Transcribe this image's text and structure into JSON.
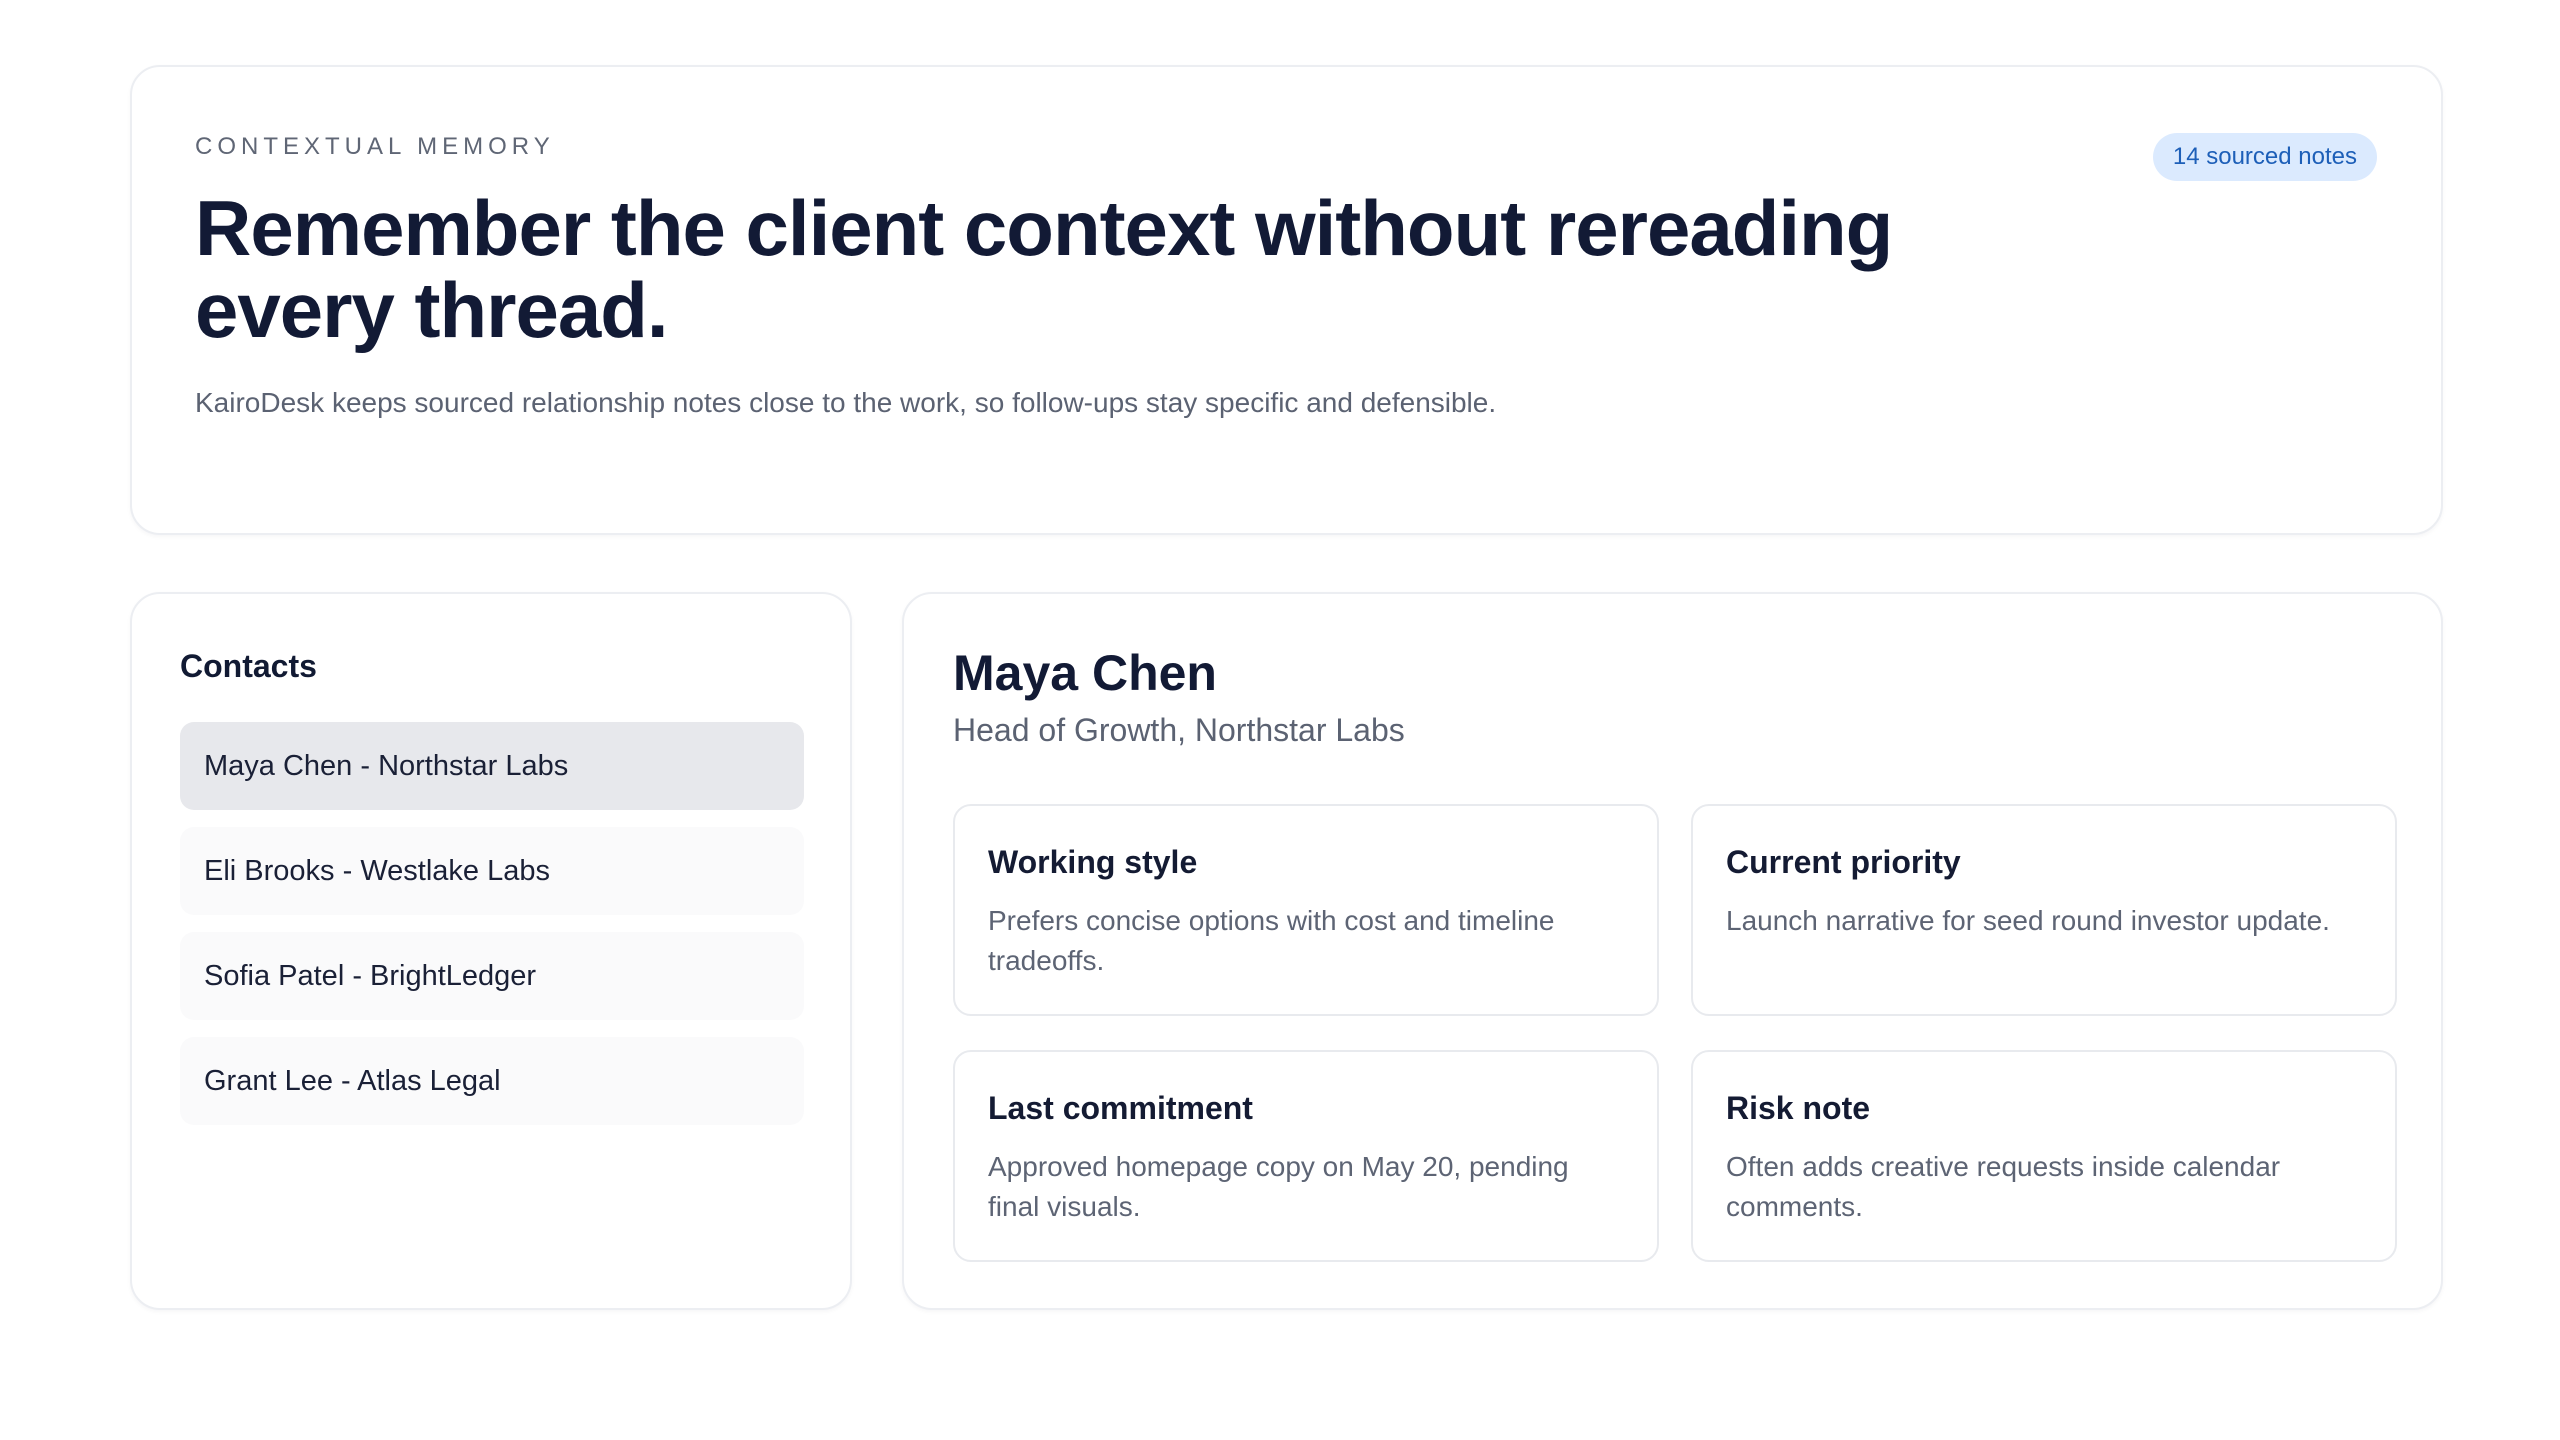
{
  "hero": {
    "eyebrow": "CONTEXTUAL MEMORY",
    "badge": "14 sourced notes",
    "title": "Remember the client context without rereading every thread.",
    "description": "KairoDesk keeps sourced relationship notes close to the work, so follow-ups stay specific and defensible."
  },
  "contacts": {
    "title": "Contacts",
    "items": [
      {
        "label": "Maya Chen - Northstar Labs",
        "active": true
      },
      {
        "label": "Eli Brooks - Westlake Labs",
        "active": false
      },
      {
        "label": "Sofia Patel - BrightLedger",
        "active": false
      },
      {
        "label": "Grant Lee - Atlas Legal",
        "active": false
      }
    ]
  },
  "detail": {
    "name": "Maya Chen",
    "role": "Head of Growth, Northstar Labs",
    "cards": [
      {
        "title": "Working style",
        "body": "Prefers concise options with cost and timeline tradeoffs."
      },
      {
        "title": "Current priority",
        "body": "Launch narrative for seed round investor update."
      },
      {
        "title": "Last commitment",
        "body": "Approved homepage copy on May 20, pending final visuals."
      },
      {
        "title": "Risk note",
        "body": "Often adds creative requests inside calendar comments."
      }
    ]
  },
  "colors": {
    "accent_badge_bg": "#dbeafe",
    "accent_badge_text": "#1d5fb8",
    "active_item_bg": "#e7e8ec",
    "heading": "#121a35",
    "muted_text": "#5b6272"
  }
}
